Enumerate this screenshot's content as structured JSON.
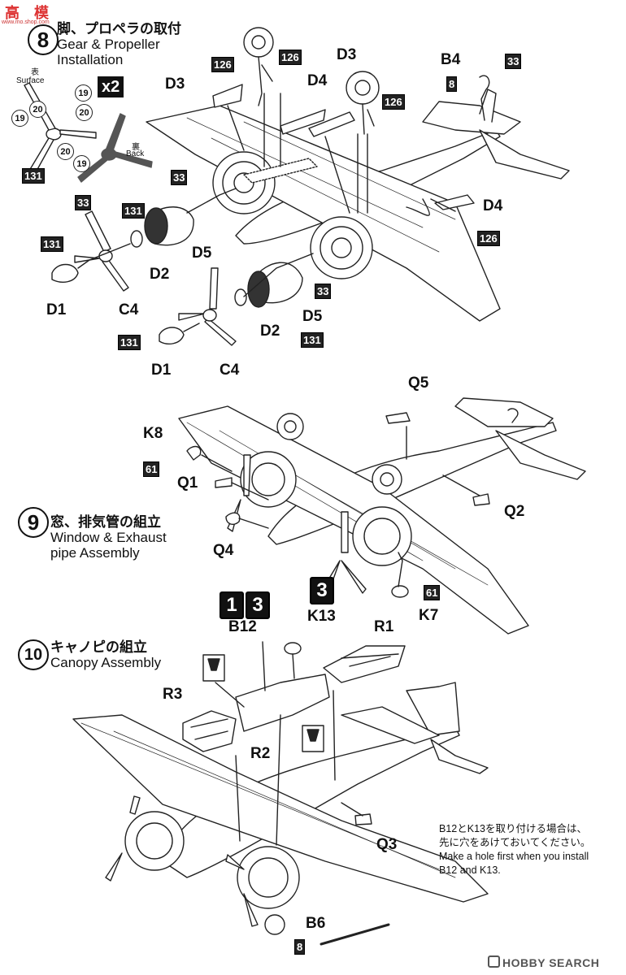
{
  "watermark_top": {
    "chars": "高",
    "sub": "模",
    "url": "www.mo.shop.com"
  },
  "step8": {
    "num": "8",
    "jp": "脚、プロペラの取付",
    "en1": "Gear & Propeller",
    "en2": "Installation"
  },
  "step9": {
    "num": "9",
    "jp": "窓、排気管の組立",
    "en1": "Window & Exhaust",
    "en2": "pipe Assembly"
  },
  "step10": {
    "num": "10",
    "jp": "キャノピの組立",
    "en1": "Canopy Assembly"
  },
  "prop_detail": {
    "surface_jp": "表",
    "surface_en": "Surface",
    "back_jp": "裏",
    "back_en": "Back",
    "times": "x2",
    "circles": [
      "19",
      "20",
      "20",
      "19",
      "20",
      "19"
    ],
    "boxes": [
      "131",
      "33"
    ]
  },
  "step8_parts": {
    "D3_a": "D3",
    "D3_b": "D3",
    "D4_a": "D4",
    "D4_b": "D4",
    "B4": "B4",
    "D5_a": "D5",
    "D5_b": "D5",
    "D2_a": "D2",
    "D2_b": "D2",
    "D1_a": "D1",
    "D1_b": "D1",
    "C4_a": "C4",
    "C4_b": "C4",
    "box_126_a": "126",
    "box_126_b": "126",
    "box_126_c": "126",
    "box_126_d": "126",
    "box_33_a": "33",
    "box_33_b": "33",
    "box_33_c": "33",
    "box_8": "8",
    "box_131_a": "131",
    "box_131_b": "131",
    "box_131_c": "131",
    "box_131_d": "131"
  },
  "step9_parts": {
    "Q5": "Q5",
    "K8": "K8",
    "Q1": "Q1",
    "Q2": "Q2",
    "Q4": "Q4",
    "K7": "K7",
    "box_61_a": "61",
    "box_61_b": "61"
  },
  "step10_parts": {
    "chip1": "1",
    "chip3": "3",
    "chip3b": "3",
    "B12": "B12",
    "K13": "K13",
    "R1": "R1",
    "R2": "R2",
    "R3": "R3",
    "Q3": "Q3",
    "B6": "B6",
    "box_8": "8"
  },
  "note": {
    "jp1": "B12とK13を取り付ける場合は、",
    "jp2": "先に穴をあけておいてください。",
    "en1": "Make a hole first when you install",
    "en2": "B12 and K13."
  },
  "footer_watermark": "HOBBY SEARCH"
}
